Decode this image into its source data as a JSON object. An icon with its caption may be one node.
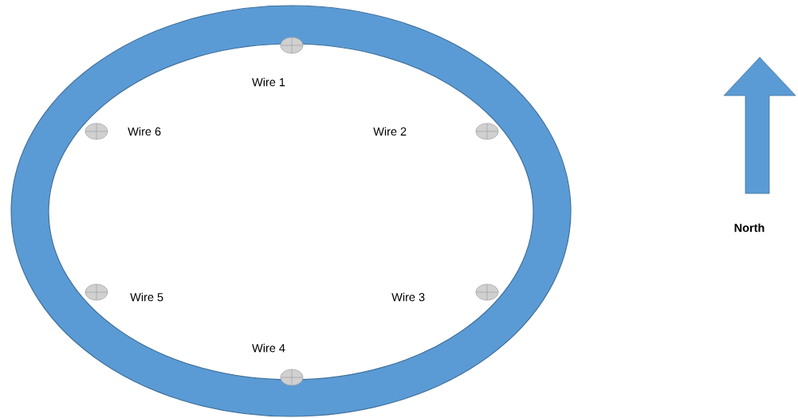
{
  "diagram": {
    "labels": [
      "Wire 1",
      "Wire 6",
      "Wire 2",
      "Wire 5",
      "Wire 3",
      "Wire 4",
      "North"
    ]
  }
}
